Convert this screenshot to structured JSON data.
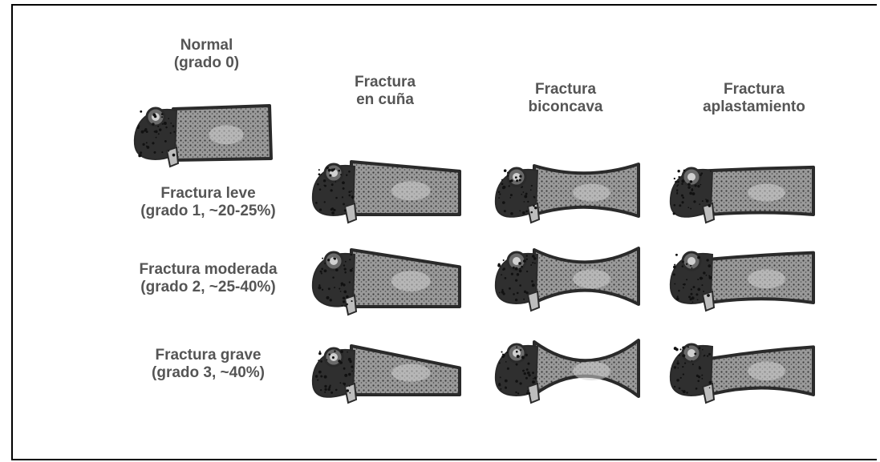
{
  "header": {
    "normal": [
      "Normal",
      "(grado 0)"
    ],
    "columns": [
      [
        "Fractura",
        "en cuña"
      ],
      [
        "Fractura",
        "biconcava"
      ],
      [
        "Fractura",
        "aplastamiento"
      ]
    ]
  },
  "rows": [
    [
      "Fractura leve",
      "(grado 1, ~20-25%)"
    ],
    [
      "Fractura moderada",
      "(grado 2, ~25-40%)"
    ],
    [
      "Fractura grave",
      "(grado 3, ~40%)"
    ]
  ],
  "colors": {
    "text": "#555555",
    "ink": "#2a2a2a",
    "border": "#000000"
  }
}
